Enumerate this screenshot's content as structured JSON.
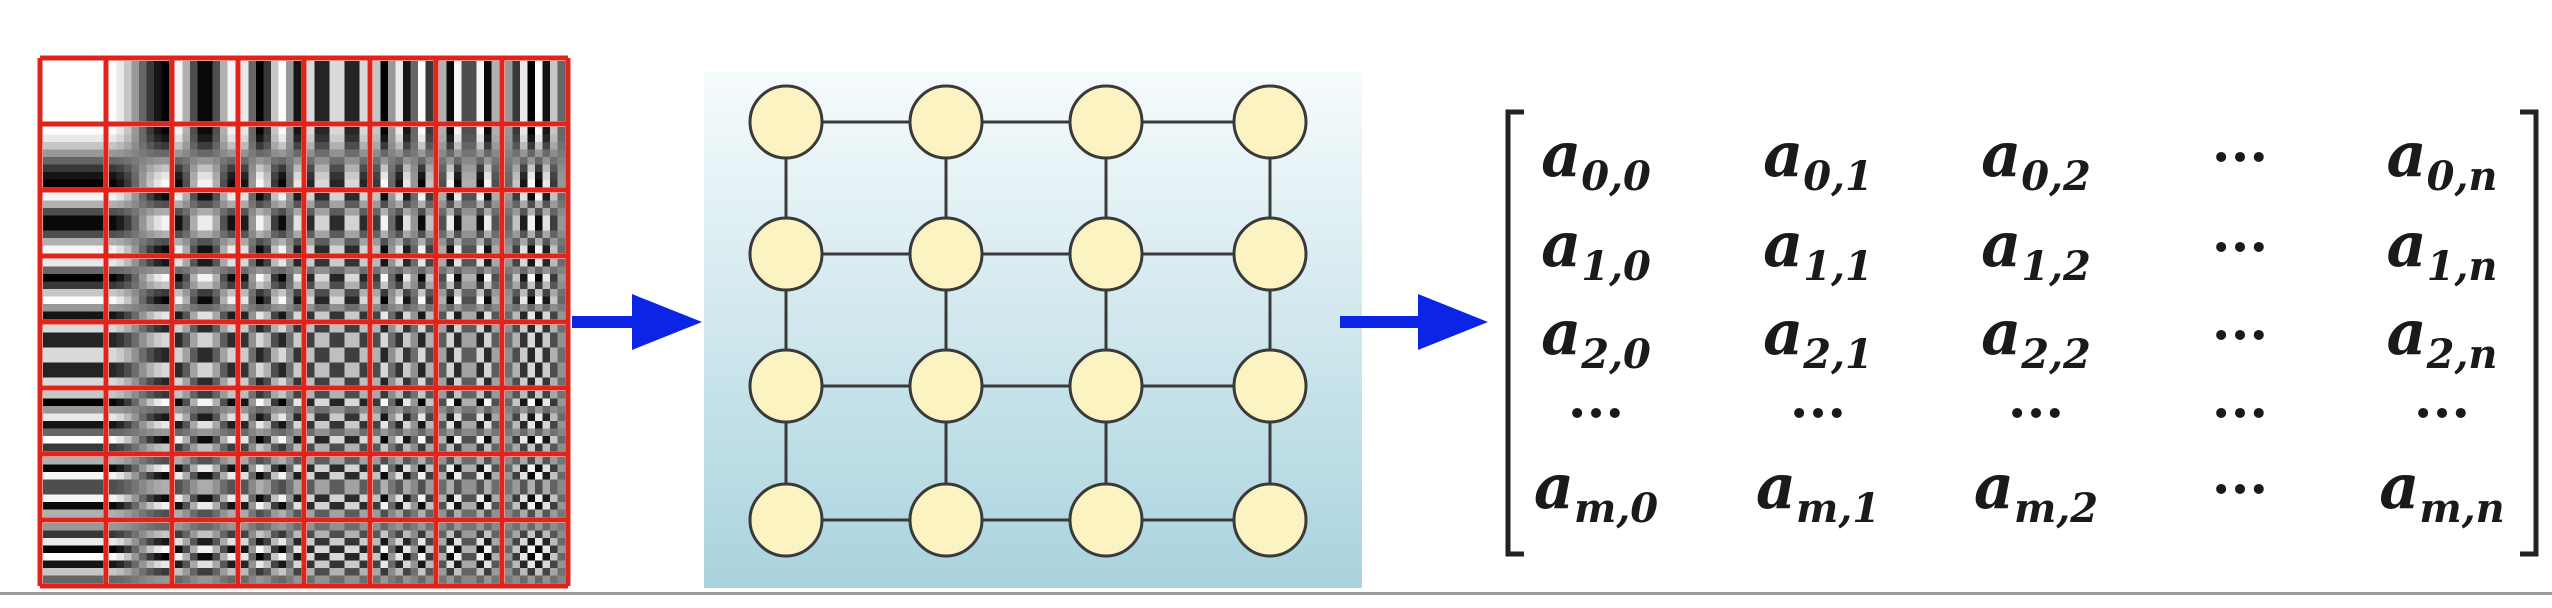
{
  "colors": {
    "background": "#ffffff",
    "basis_grid_lines": "#e0231b",
    "arrow": "#0b24e6",
    "graph_panel_top": "#f6fbfc",
    "graph_panel_bottom": "#a9d3de",
    "node_fill": "#fbf3c2",
    "node_stroke": "#3a3a3a",
    "edge": "#3a3a3a",
    "matrix_text": "#1a1a1a",
    "matrix_bracket": "#222222"
  },
  "icons": {
    "basis_image": "dct-basis-functions-8x8",
    "arrow": "right-arrow-icon"
  },
  "graph": {
    "rows": 4,
    "cols": 4
  },
  "matrix": {
    "rows": [
      [
        {
          "base": "a",
          "sub": "0,0"
        },
        {
          "base": "a",
          "sub": "0,1"
        },
        {
          "base": "a",
          "sub": "0,2"
        },
        {
          "base": "···",
          "sub": ""
        },
        {
          "base": "a",
          "sub": "0,n"
        }
      ],
      [
        {
          "base": "a",
          "sub": "1,0"
        },
        {
          "base": "a",
          "sub": "1,1"
        },
        {
          "base": "a",
          "sub": "1,2"
        },
        {
          "base": "···",
          "sub": ""
        },
        {
          "base": "a",
          "sub": "1,n"
        }
      ],
      [
        {
          "base": "a",
          "sub": "2,0"
        },
        {
          "base": "a",
          "sub": "2,1"
        },
        {
          "base": "a",
          "sub": "2,2"
        },
        {
          "base": "···",
          "sub": ""
        },
        {
          "base": "a",
          "sub": "2,n"
        }
      ],
      [
        {
          "base": "···",
          "sub": ""
        },
        {
          "base": "···",
          "sub": ""
        },
        {
          "base": "···",
          "sub": ""
        },
        {
          "base": "···",
          "sub": ""
        },
        {
          "base": "···",
          "sub": ""
        }
      ],
      [
        {
          "base": "a",
          "sub": "m,0"
        },
        {
          "base": "a",
          "sub": "m,1"
        },
        {
          "base": "a",
          "sub": "m,2"
        },
        {
          "base": "···",
          "sub": ""
        },
        {
          "base": "a",
          "sub": "m,n"
        }
      ]
    ]
  }
}
